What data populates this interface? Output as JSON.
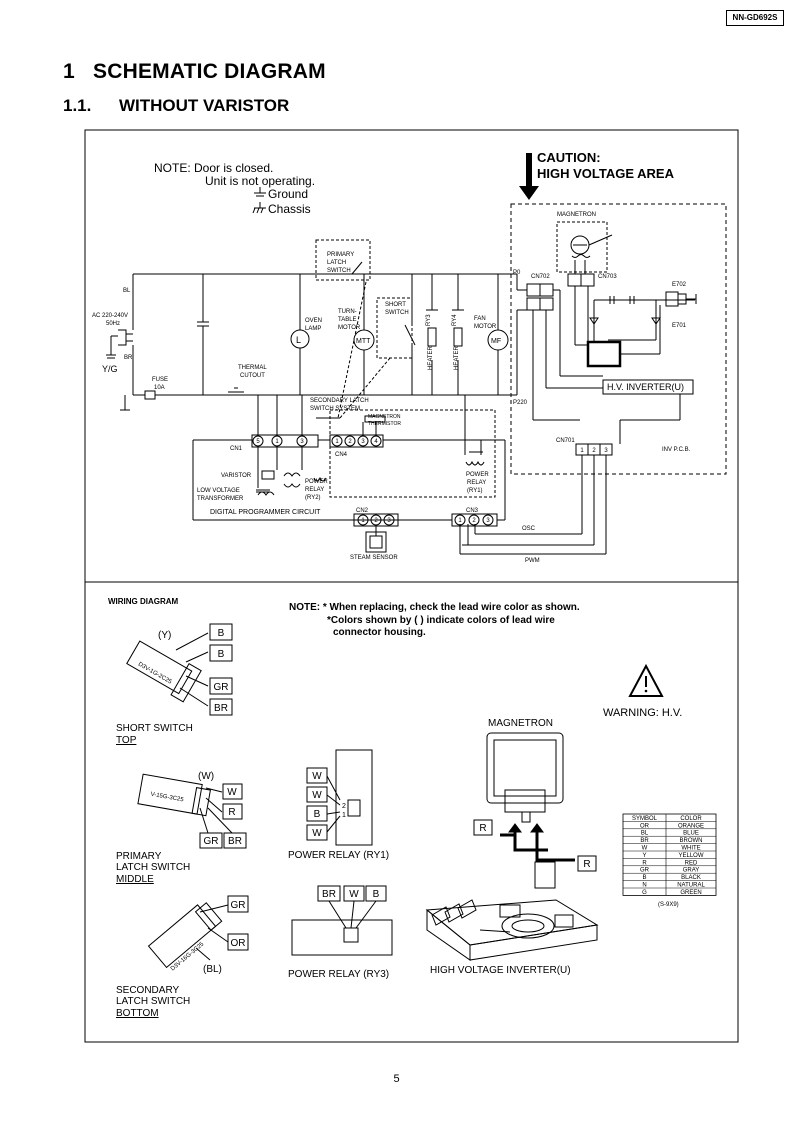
{
  "header": {
    "model": "NN-GD692S"
  },
  "title": {
    "number": "1",
    "text": "SCHEMATIC DIAGRAM"
  },
  "subtitle": {
    "number": "1.1.",
    "text": "WITHOUT VARISTOR"
  },
  "schematic": {
    "note_line1": "NOTE:  Door is closed.",
    "note_line2": "Unit is not operating.",
    "ground_label": "Ground",
    "chassis_label": "Chassis",
    "caution_line1": "CAUTION:",
    "caution_line2": "HIGH VOLTAGE AREA",
    "magnetron": "MAGNETRON",
    "primary_latch": [
      "PRIMARY",
      "LATCH",
      "SWITCH"
    ],
    "short_switch": [
      "SHORT",
      "SWITCH"
    ],
    "oven_lamp": [
      "OVEN",
      "LAMP"
    ],
    "turntable_motor": [
      "TURN-",
      "TABLE",
      "MOTOR"
    ],
    "fan_motor": [
      "FAN",
      "MOTOR"
    ],
    "ry3": "RY3",
    "ry4": "RY4",
    "heater": "HEATER",
    "ac_input": [
      "AC 220-240V",
      "50Hz"
    ],
    "bl": "BL",
    "br": "BR",
    "yg": "Y/G",
    "fuse": [
      "FUSE",
      "10A"
    ],
    "thermal_cutout": [
      "THERMAL",
      "CUTOUT"
    ],
    "secondary_latch": [
      "SECONDARY LATCH",
      "SWITCH SYSTEM"
    ],
    "mag_thermistor": [
      "MAGNETRON",
      "THERMISTOR"
    ],
    "p0": "P0",
    "p220": "P220",
    "cn702": "CN702",
    "cn703": "CN703",
    "e702": "E702",
    "e701": "E701",
    "hv_inverter": "H.V. INVERTER(U)",
    "cn701": "CN701",
    "inv_pcb": "INV P.C.B.",
    "cn1": "CN1",
    "cn4": "CN4",
    "cn2": "CN2",
    "cn3": "CN3",
    "varistor": "VARISTOR",
    "lv_transformer": [
      "LOW VOLTAGE",
      "TRANSFORMER"
    ],
    "power_relay_ry2": [
      "POWER",
      "RELAY",
      "(RY2)"
    ],
    "power_relay_ry1": [
      "POWER",
      "RELAY",
      "(RY1)"
    ],
    "digital_programmer": "DIGITAL PROGRAMMER CIRCUIT",
    "steam_sensor": "STEAM SENSOR",
    "osc": "OSC",
    "pwm": "PWM",
    "cn1_pins": [
      "5",
      "1",
      "3"
    ],
    "cn4_pins": [
      "1",
      "2",
      "3",
      "4"
    ],
    "cn701_pins": [
      "1",
      "2",
      "3"
    ],
    "cn2_pins": [
      "1",
      "2",
      "3"
    ],
    "cn3_pins": [
      "1",
      "2",
      "3"
    ]
  },
  "wiring": {
    "title": "WIRING DIAGRAM",
    "note_line1": "NOTE:  * When replacing, check the lead wire color as shown.",
    "note_line2": "*Colors shown by ( ) indicate colors of lead wire",
    "note_line3": "connector housing.",
    "warning": "WARNING: H.V.",
    "short_switch": [
      "SHORT SWITCH",
      "TOP"
    ],
    "short_part": "D3V-1G-2C25",
    "short_housing": "(Y)",
    "short_wires": [
      "B",
      "B",
      "GR",
      "BR"
    ],
    "primary_latch": [
      "PRIMARY",
      "LATCH SWITCH",
      "MIDDLE"
    ],
    "primary_part": "V-15G-3C25",
    "primary_housing": "(W)",
    "primary_wires": [
      "W",
      "R",
      "GR",
      "BR"
    ],
    "secondary_latch": [
      "SECONDARY",
      "LATCH SWITCH",
      "BOTTOM"
    ],
    "secondary_part": "D3V-16G-3C25",
    "secondary_housing": "(BL)",
    "secondary_wires": [
      "GR",
      "OR"
    ],
    "ry1_wires": [
      "W",
      "W",
      "B",
      "W"
    ],
    "ry1_pins": [
      "2",
      "1"
    ],
    "ry1_label": "POWER RELAY (RY1)",
    "ry3_wires": [
      "BR",
      "W",
      "B"
    ],
    "ry3_label": "POWER RELAY (RY3)",
    "magnetron": "MAGNETRON",
    "mag_wires": [
      "R",
      "R"
    ],
    "hv_inverter_label": "HIGH VOLTAGE INVERTER(U)",
    "color_table": {
      "headers": [
        "SYMBOL",
        "COLOR"
      ],
      "rows": [
        [
          "OR",
          "ORANGE"
        ],
        [
          "BL",
          "BLUE"
        ],
        [
          "BR",
          "BROWN"
        ],
        [
          "W",
          "WHITE"
        ],
        [
          "Y",
          "YELLOW"
        ],
        [
          "R",
          "RED"
        ],
        [
          "GR",
          "GRAY"
        ],
        [
          "B",
          "BLACK"
        ],
        [
          "N",
          "NATURAL"
        ],
        [
          "G",
          "GREEN"
        ]
      ]
    },
    "ref_code": "(S-9X9)"
  },
  "page_number": "5"
}
